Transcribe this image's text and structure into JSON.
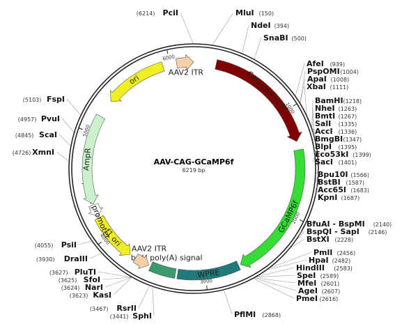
{
  "plasmid": {
    "name": "AAV-CAG-GCaMP6f",
    "length_label": "6219 bp",
    "length": 6219
  },
  "ticks": [
    {
      "pos": 1000,
      "label": "1000"
    },
    {
      "pos": 2000,
      "label": "2000"
    },
    {
      "pos": 3000,
      "label": "3000"
    },
    {
      "pos": 4000,
      "label": "4000"
    },
    {
      "pos": 5000,
      "label": "5000"
    },
    {
      "pos": 6000,
      "label": "6000"
    }
  ],
  "features": [
    {
      "name": "CAG promoter",
      "start": 210,
      "end": 1300,
      "direction": "forward",
      "color": "#800000",
      "label_color": "#ffffff"
    },
    {
      "name": "GCaMP6f",
      "start": 1380,
      "end": 2660,
      "direction": "forward",
      "color": "#33dd33",
      "label_color": "#ffffff"
    },
    {
      "name": "WPRE",
      "start": 2680,
      "end": 3260,
      "direction": "none",
      "color": "#1f7a7a",
      "label_color": "#ffffff"
    },
    {
      "name": "bGH poly(A) signal",
      "start": 3280,
      "end": 3520,
      "direction": "none",
      "color": "#3a9a6a",
      "label_color": "#222222"
    },
    {
      "name": "AAV2 ITR",
      "start": 3540,
      "end": 3680,
      "direction": "reverse",
      "color": "#f8d0a8",
      "label_color": "#222222"
    },
    {
      "name": "f1 ori",
      "start": 3740,
      "end": 4190,
      "direction": "reverse",
      "color": "#eeee22",
      "label_color": "#222222"
    },
    {
      "name": "AmpR promoter",
      "start": 4210,
      "end": 4320,
      "direction": "reverse",
      "color": "#ffffff",
      "label_color": "#222222"
    },
    {
      "name": "AmpR",
      "start": 4330,
      "end": 5170,
      "direction": "reverse",
      "color": "#ccf2cc",
      "label_color": "#222222"
    },
    {
      "name": "ori",
      "start": 5340,
      "end": 5930,
      "direction": "reverse",
      "color": "#eeee22",
      "label_color": "#222222"
    },
    {
      "name": "AAV2 ITR",
      "start": 6060,
      "end": 6219,
      "direction": "forward",
      "color": "#f8d0a8",
      "label_color": "#222222"
    }
  ],
  "sites": [
    {
      "name": "PciI",
      "pos": "(6214)"
    },
    {
      "name": "MluI",
      "pos": "(150)"
    },
    {
      "name": "NdeI",
      "pos": "(394)"
    },
    {
      "name": "SnaBI",
      "pos": "(500)"
    },
    {
      "name": "AfeI",
      "pos": "(939)"
    },
    {
      "name": "PspOMI",
      "pos": "(1004)"
    },
    {
      "name": "ApaI",
      "pos": "(1008)"
    },
    {
      "name": "XbaI",
      "pos": "(1111)"
    },
    {
      "name": "BamHI",
      "pos": "(1218)"
    },
    {
      "name": "NheI",
      "pos": "(1263)"
    },
    {
      "name": "BmtI",
      "pos": "(1267)"
    },
    {
      "name": "SalI",
      "pos": "(1335)"
    },
    {
      "name": "AccI",
      "pos": "(1336)"
    },
    {
      "name": "BmgBI",
      "pos": "(1347)"
    },
    {
      "name": "BlpI",
      "pos": "(1395)"
    },
    {
      "name": "Eco53kI",
      "pos": "(1399)"
    },
    {
      "name": "SacI",
      "pos": "(1401)"
    },
    {
      "name": "Bpu10I",
      "pos": "(1566)"
    },
    {
      "name": "BstBI",
      "pos": "(1587)"
    },
    {
      "name": "Acc65I",
      "pos": "(1683)"
    },
    {
      "name": "KpnI",
      "pos": "(1687)"
    },
    {
      "name": "BfuAI - BspMI",
      "pos": "(2140)"
    },
    {
      "name": "BspQI - SapI",
      "pos": "(2146)"
    },
    {
      "name": "BstXI",
      "pos": "(2228)"
    },
    {
      "name": "PmlI",
      "pos": "(2456)"
    },
    {
      "name": "HpaI",
      "pos": "(2482)"
    },
    {
      "name": "HindIII",
      "pos": "(2583)"
    },
    {
      "name": "SpeI",
      "pos": "(2589)"
    },
    {
      "name": "MfeI",
      "pos": "(2601)"
    },
    {
      "name": "AgeI",
      "pos": "(2607)"
    },
    {
      "name": "PmeI",
      "pos": "(2616)"
    },
    {
      "name": "PflMI",
      "pos": "(2868)"
    },
    {
      "name": "SphI",
      "pos": "(3441)"
    },
    {
      "name": "RsrII",
      "pos": "(3467)"
    },
    {
      "name": "KasI",
      "pos": "(3623)"
    },
    {
      "name": "NarI",
      "pos": "(3624)"
    },
    {
      "name": "SfoI",
      "pos": "(3625)"
    },
    {
      "name": "PluTI",
      "pos": "(3627)"
    },
    {
      "name": "DraIII",
      "pos": "(3930)"
    },
    {
      "name": "PsiI",
      "pos": "(4055)"
    },
    {
      "name": "XmnI",
      "pos": "(4726)"
    },
    {
      "name": "ScaI",
      "pos": "(4845)"
    },
    {
      "name": "PvuI",
      "pos": "(4957)"
    },
    {
      "name": "FspI",
      "pos": "(5103)"
    }
  ]
}
